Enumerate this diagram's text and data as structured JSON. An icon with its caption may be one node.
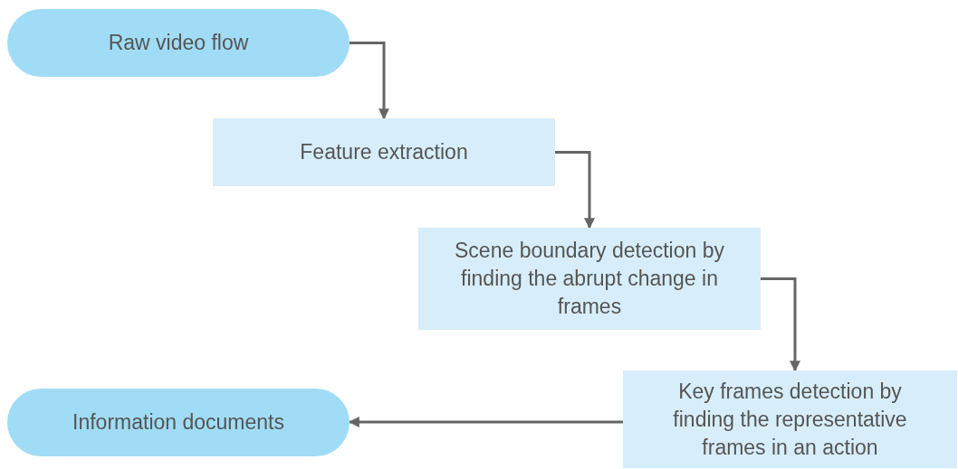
{
  "diagram": {
    "nodes": [
      {
        "text": [
          "Raw video flow"
        ]
      },
      {
        "text": [
          "Feature extraction"
        ]
      },
      {
        "text": [
          "Scene boundary detection by finding the abrupt change in frames"
        ]
      },
      {
        "text": [
          "Key frames detection by finding the representative frames in an action"
        ]
      },
      {
        "text": [
          "Information documents"
        ]
      }
    ],
    "edges": [
      {
        "from": 0,
        "to": 1,
        "arrow": "to"
      },
      {
        "from": 1,
        "to": 2,
        "arrow": "to"
      },
      {
        "from": 2,
        "to": 3,
        "arrow": "to"
      },
      {
        "from": 3,
        "to": 4,
        "arrow": "to"
      }
    ]
  }
}
